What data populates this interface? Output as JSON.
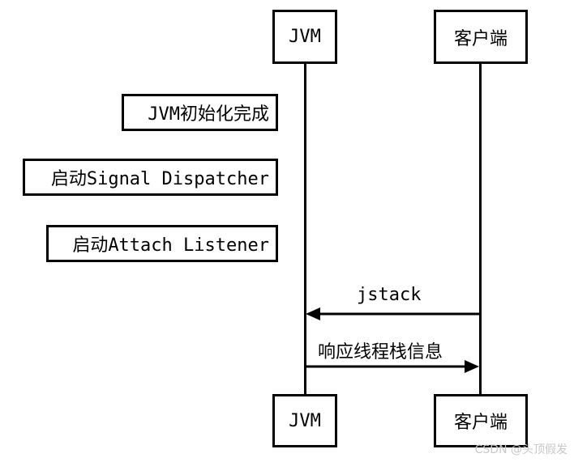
{
  "participants": {
    "jvm": "JVM",
    "client": "客户端"
  },
  "notes": [
    "JVM初始化完成",
    "启动Signal Dispatcher",
    "启动Attach Listener"
  ],
  "messages": {
    "request": "jstack",
    "response": "响应线程栈信息"
  },
  "watermark": "CSDN @头顶假发"
}
